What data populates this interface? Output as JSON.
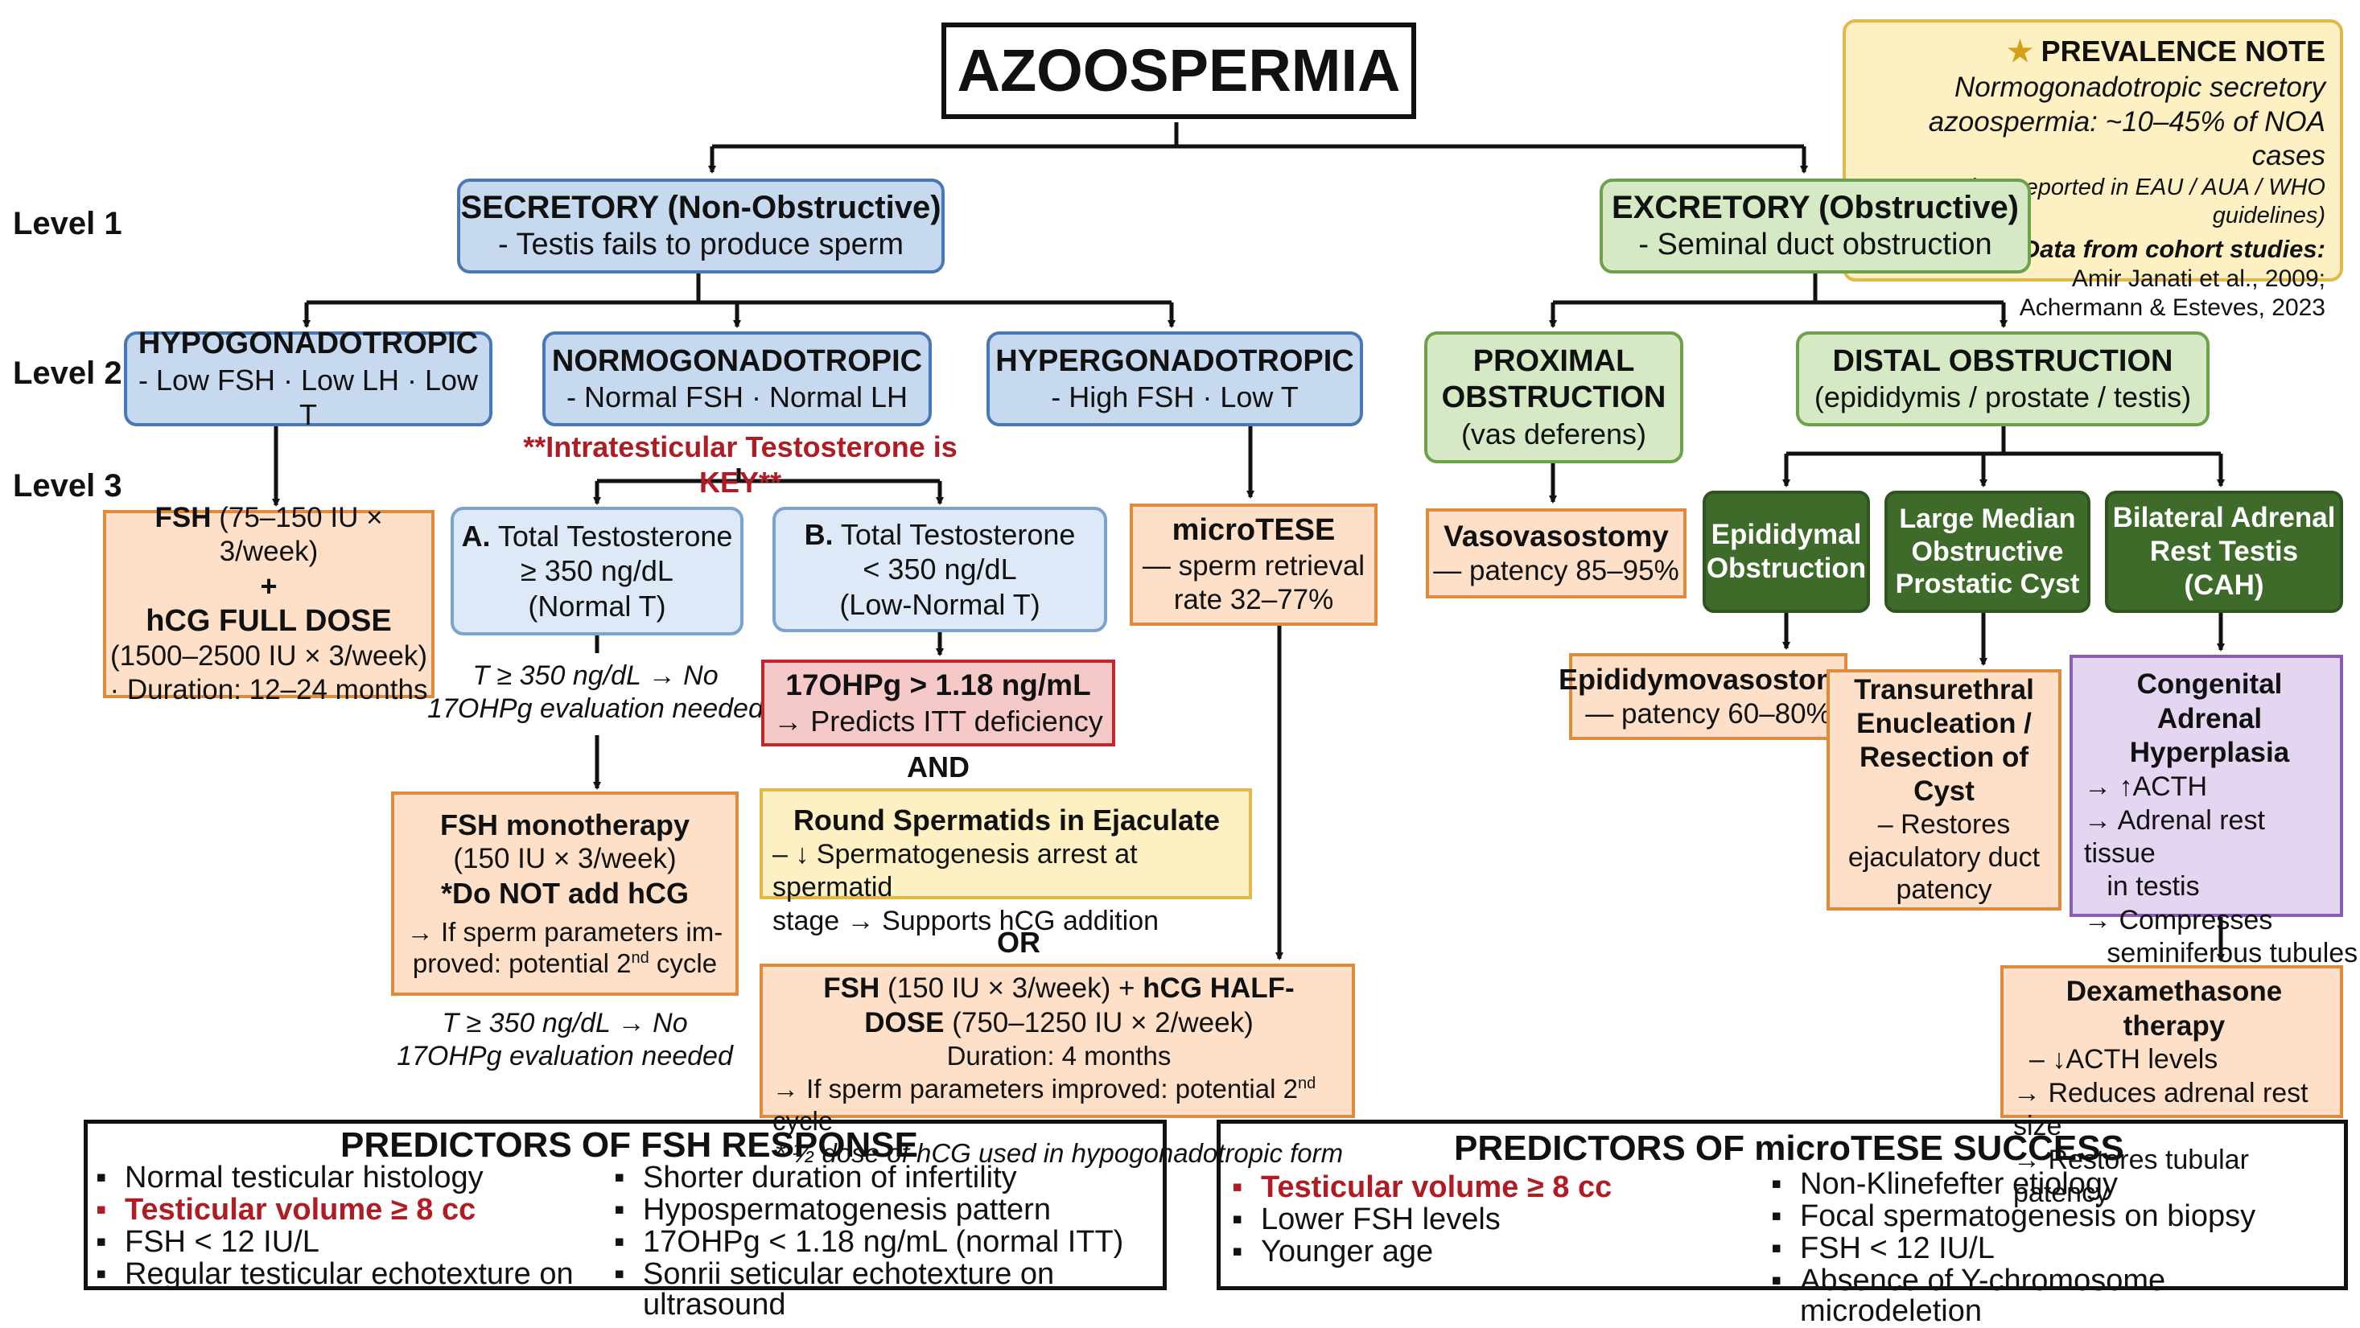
{
  "title": "AZOOSPERMIA",
  "levels": [
    "Level 1",
    "Level 2",
    "Level 3"
  ],
  "prevalence": {
    "star_icon": "star-icon",
    "heading": "PREVALENCE NOTE",
    "lines": [
      "Normogonadotropic secretory",
      "azoospermia: ~10–45% of NOA cases"
    ],
    "note": "(Not reported in EAU / AUA / WHO guidelines)",
    "data_heading": "Data from cohort studies:",
    "refs": [
      "Amir Janati et al., 2009;",
      "Achermann & Esteves, 2023"
    ]
  },
  "level1": {
    "secretory": [
      "SECRETORY (Non-Obstructive)",
      "- Testis fails to produce sperm"
    ],
    "excretory": [
      "EXCRETORY (Obstructive)",
      "- Seminal duct obstruction"
    ]
  },
  "level2": {
    "hypo": [
      "HYPOGONADOTROPIC",
      "- Low FSH · Low LH · Low T"
    ],
    "normo": [
      "NORMOGONADOTROPIC",
      "- Normal FSH · Normal LH"
    ],
    "hyper": [
      "HYPERGONADOTROPIC",
      "- High FSH · Low T"
    ],
    "proximal": [
      "PROXIMAL",
      "OBSTRUCTION",
      "(vas deferens)"
    ],
    "distal": [
      "DISTAL OBSTRUCTION",
      "(epididymis / prostate / testis)"
    ]
  },
  "key_note": "**Intratesticular Testosterone is KEY**",
  "hypo_tx": {
    "fsh_bold": "FSH",
    "fsh_rest": " (75–150 IU × 3/week)",
    "plus": "+",
    "hcg": "hCG FULL DOSE",
    "dose": "(1500–2500 IU × 3/week)",
    "duration": "· Duration: 12–24 months"
  },
  "branch_a": {
    "bold": "A.",
    "lines": [
      " Total Testosterone",
      "≥ 350 ng/dL",
      "(Normal T)"
    ]
  },
  "branch_b": {
    "bold": "B.",
    "lines": [
      " Total Testosterone",
      "< 350 ng/dL",
      "(Low-Normal T)"
    ]
  },
  "note_a_top": [
    "T ≥ 350 ng/dL → No",
    "17OHPg evaluation needed"
  ],
  "note_a_bottom": [
    "T ≥ 350 ng/dL → No",
    "17OHPg evaluation needed"
  ],
  "fsh_mono": {
    "title": "FSH monotherapy",
    "dose": "(150 IU × 3/week)",
    "warn": "*Do NOT add hCG",
    "l1": "→ If sperm parameters im-",
    "l2a": "proved: potential 2",
    "l2sup": "nd",
    "l2b": " cycle"
  },
  "ohpg": [
    "17OHPg > 1.18 ng/mL",
    "→ Predicts ITT deficiency"
  ],
  "and_label": "AND",
  "or_label": "OR",
  "round": {
    "title": "Round Spermatids in Ejaculate",
    "l1": "– ↓ Spermatogenesis arrest at spermatid",
    "l2": "stage → Supports hCG addition"
  },
  "combo": {
    "l1_b1": "FSH",
    "l1_t1": " (150 IU × 3/week) + ",
    "l1_b2": "hCG HALF-",
    "l2_b": "DOSE",
    "l2_t": " (750–1250 IU × 2/week)",
    "duration": "Duration: 4 months",
    "l4a": "→ If sperm parameters improved: potential 2",
    "l4sup": "nd",
    "l4b": " cycle",
    "l5": "* ½ dose of hCG used in hypogonadotropic form"
  },
  "microtese": [
    "microTESE",
    "— sperm retrieval",
    "rate 32–77%"
  ],
  "vasovasostomy": [
    "Vasovasostomy",
    "— patency 85–95%"
  ],
  "epi_obs": [
    "Epididymal",
    "Obstruction"
  ],
  "cyst": [
    "Large Median",
    "Obstructive",
    "Prostatic Cyst"
  ],
  "adrenal": [
    "Bilateral Adrenal",
    "Rest Testis (CAH)"
  ],
  "epidid": [
    "Epididymovasostomy",
    "— patency 60–80%"
  ],
  "ture": {
    "bold": [
      "Transurethral",
      "Enucleation /",
      "Resection of Cyst"
    ],
    "rest": [
      "– Restores",
      "ejaculatory duct",
      "patency"
    ]
  },
  "cah": {
    "bold": [
      "Congenital Adrenal",
      "Hyperplasia"
    ],
    "rest": [
      "→ ↑ACTH",
      "→ Adrenal rest tissue",
      "   in testis",
      "→ Compresses",
      "   seminiferous tubules"
    ]
  },
  "dexa": {
    "title": "Dexamethasone therapy",
    "rest": [
      "– ↓ACTH levels",
      "→ Reduces adrenal rest size",
      "→ Restores tubular patency"
    ]
  },
  "fsh_pred": {
    "title": "PREDICTORS OF FSH RESPONSE",
    "left": [
      "Normal testicular histology",
      "Testicular volume ≥ 8 cc",
      "FSH < 12 IU/L",
      "Regular testicular echotexture on"
    ],
    "right": [
      "Shorter duration of infertility",
      "Hypospermatogenesis pattern",
      "17OHPg < 1.18 ng/mL (normal ITT)",
      "Sonrii seticular echotexture on ultrasound"
    ]
  },
  "tese_pred": {
    "title": "PREDICTORS OF microTESE SUCCESS",
    "left": [
      "Testicular volume ≥ 8 cc",
      "Lower FSH levels",
      "Younger age"
    ],
    "right": [
      "Non-Klinefefter etiology",
      "Focal spermatogenesis on biopsy",
      "FSH < 12 IU/L",
      "Absence of Y-chromosome microdeletion"
    ]
  },
  "colors": {
    "blue_fill": "#c6d9ef",
    "blue_border": "#4a78b3",
    "green_fill": "#d5e9c4",
    "green_border": "#6ea24a",
    "dark_green": "#3e6b2a",
    "orange_fill": "#fde0c7",
    "orange_border": "#e08a3c",
    "red_fill": "#f6c9c9",
    "red_border": "#c0282d",
    "yellow_fill": "#fdf1c3",
    "purple_fill": "#e4d5f1",
    "highlight_red": "#b01c24"
  }
}
